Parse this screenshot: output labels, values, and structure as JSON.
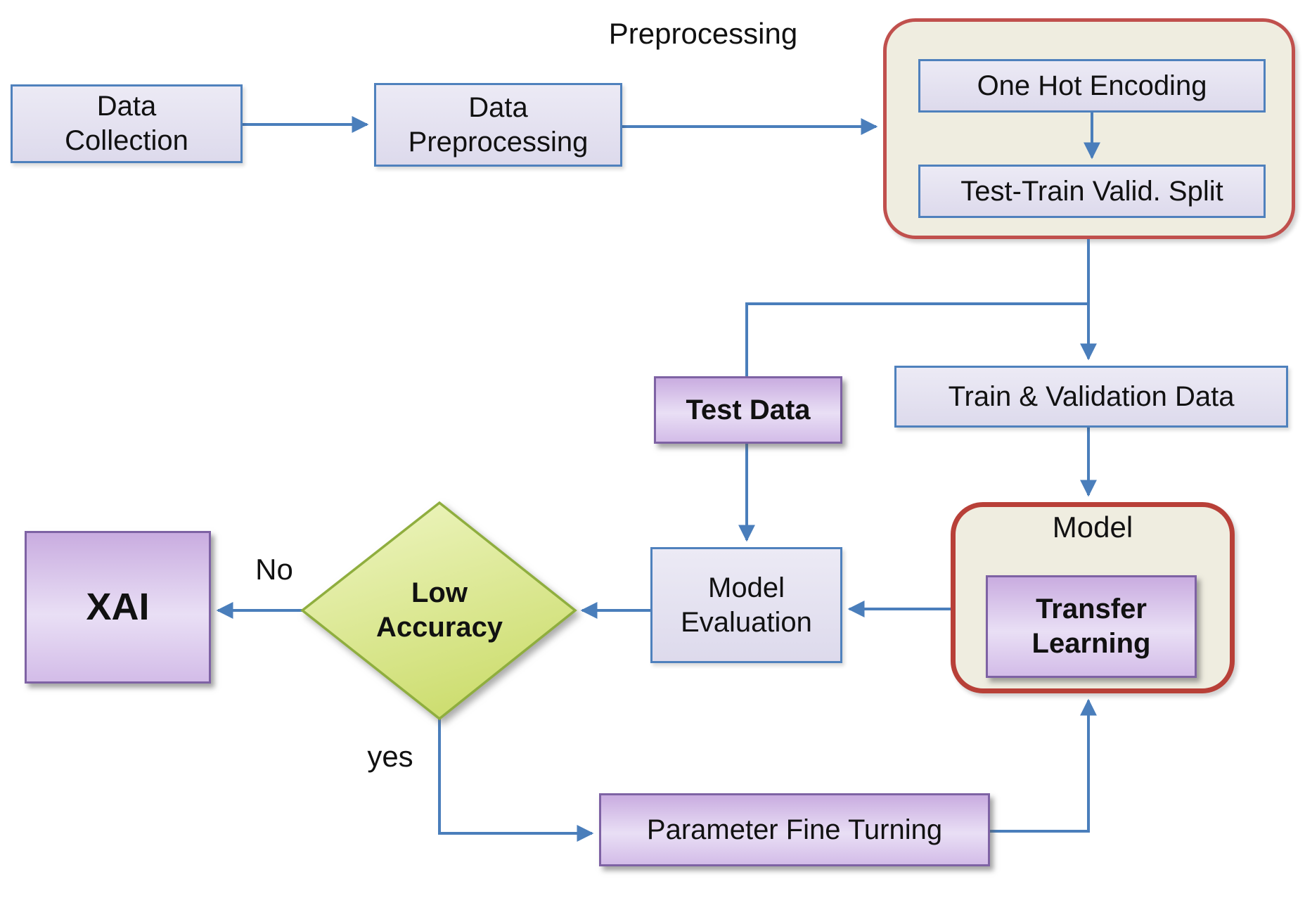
{
  "diagram": {
    "title": "Transfer learning workflow flowchart",
    "nodes": {
      "data_collection": "Data\nCollection",
      "data_preprocessing": "Data\nPreprocessing",
      "one_hot_encoding": "One Hot Encoding",
      "test_train_split": "Test-Train Valid. Split",
      "test_data": "Test Data",
      "train_validation_data": "Train & Validation Data",
      "transfer_learning": "Transfer\nLearning",
      "model_evaluation": "Model\nEvaluation",
      "low_accuracy": "Low\nAccuracy",
      "xai": "XAI",
      "parameter_fine_turning": "Parameter Fine Turning"
    },
    "labels": {
      "preprocessing_group": "Preprocessing",
      "model_group": "Model",
      "decision_no": "No",
      "decision_yes": "yes"
    },
    "colors": {
      "arrow": "#4a7ebb",
      "lavender_box_border": "#4f81bd",
      "purple_box_border": "#7e62a4",
      "group_border_red": "#c0504d",
      "diamond_border_green": "#8fae3e",
      "group_fill_beige": "#efede0"
    }
  }
}
